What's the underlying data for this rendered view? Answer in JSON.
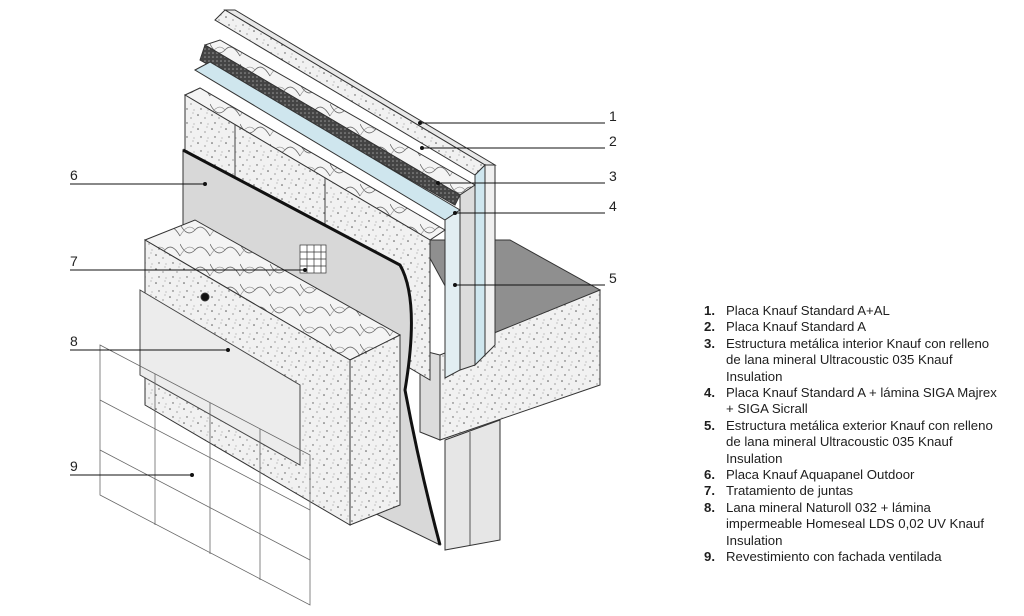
{
  "callouts": [
    "1",
    "2",
    "3",
    "4",
    "5",
    "6",
    "7",
    "8",
    "9"
  ],
  "legend": [
    {
      "num": "1.",
      "text": "Placa Knauf Standard A+AL"
    },
    {
      "num": "2.",
      "text": "Placa Knauf Standard A"
    },
    {
      "num": "3.",
      "text": "Estructura metálica interior Knauf con relleno de lana mineral Ultracoustic 035 Knauf Insulation"
    },
    {
      "num": "4.",
      "text": "Placa Knauf Standard A + lámina SIGA Majrex + SIGA Sicrall"
    },
    {
      "num": "5.",
      "text": "Estructura metálica exterior Knauf con relleno de lana mineral Ultracoustic 035 Knauf Insulation"
    },
    {
      "num": "6.",
      "text": "Placa Knauf Aquapanel Outdoor"
    },
    {
      "num": "7.",
      "text": "Tratamiento de juntas"
    },
    {
      "num": "8.",
      "text": "Lana mineral Naturoll 032 + lámina impermeable Homeseal LDS 0,02 UV Knauf Insulation"
    },
    {
      "num": "9.",
      "text": "Revestimiento con fachada ventilada"
    }
  ],
  "colors": {
    "board": "#cfe6ee",
    "aquapanel": "#d8d8d8",
    "concrete": "#e9e9e9",
    "line": "#333333"
  }
}
